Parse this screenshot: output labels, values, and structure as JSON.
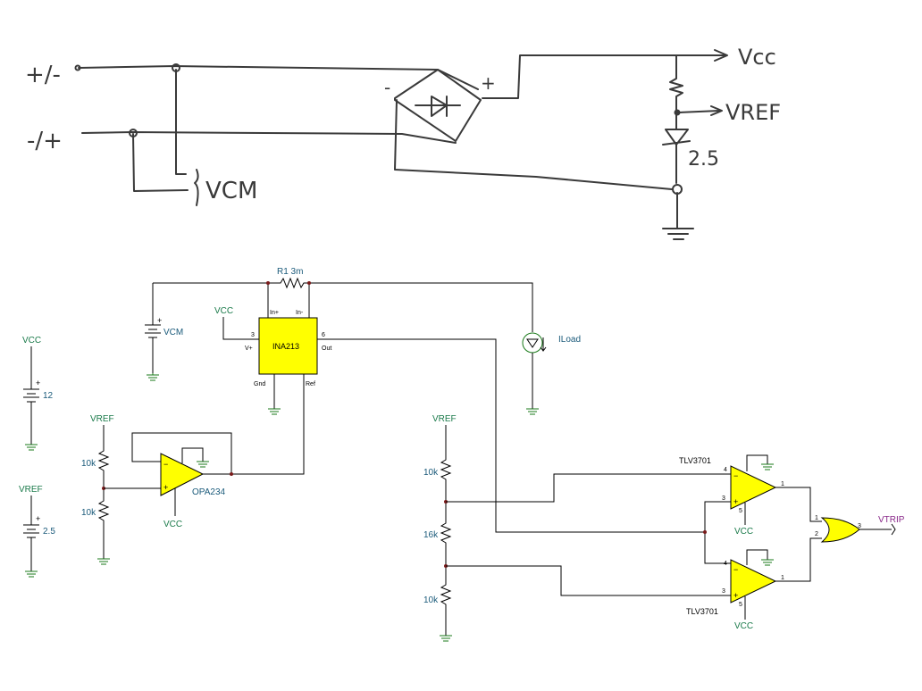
{
  "sketch": {
    "input_top": "+/-",
    "input_bottom": "-/+",
    "vcm": "VCM",
    "bridge_minus": "-",
    "bridge_plus": "+",
    "vcc": "Vcc",
    "vref": "VREF",
    "zener_value": "2.5"
  },
  "schematic": {
    "r1": "R1 3m",
    "vcm_source": "VCM",
    "vcc_main": "VCC",
    "vcc_supply": "VCC",
    "vcc_supply_value": "12",
    "vref_supply": "VREF",
    "vref_supply_value": "2.5",
    "iload": "ILoad",
    "ina": {
      "name": "INA213",
      "in_plus": "In+",
      "in_minus": "In-",
      "vplus": "V+",
      "gnd": "Gnd",
      "ref": "Ref",
      "out": "Out",
      "pin3": "3",
      "pin6": "6"
    },
    "opamp": {
      "name": "OPA234",
      "vref": "VREF",
      "r_top": "10k",
      "r_bot": "10k",
      "vcc": "VCC"
    },
    "divider": {
      "vref": "VREF",
      "r_top": "10k",
      "r_mid": "16k",
      "r_bot": "10k"
    },
    "comp_top": {
      "name": "TLV3701",
      "vcc": "VCC",
      "pin_minus": "4",
      "pin_plus": "3",
      "pin_out": "1",
      "pin_v": "5"
    },
    "comp_bot": {
      "name": "TLV3701",
      "vcc": "VCC",
      "pin_minus": "4",
      "pin_plus": "3",
      "pin_out": "1",
      "pin_v": "5"
    },
    "or_gate": {
      "pin1": "1",
      "pin2": "2",
      "pin3": "3"
    },
    "vtrip": "VTRIP"
  },
  "colors": {
    "chip_fill": "#ffff00",
    "wire": "#000000",
    "ground": "#1a7a1a",
    "label": "#1a5a7a",
    "vtrip": "#8a2a8a"
  }
}
